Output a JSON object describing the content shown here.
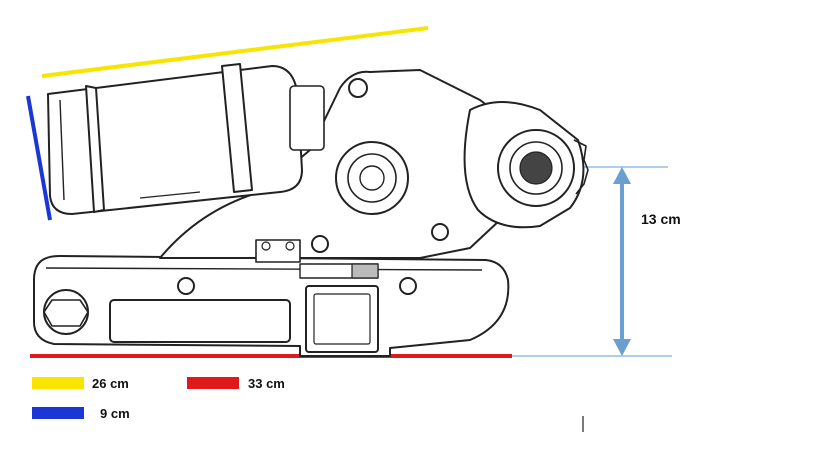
{
  "dimensions": {
    "height": "13 cm"
  },
  "legend": [
    {
      "label": "26 cm",
      "color": "#f7e400"
    },
    {
      "label": "33 cm",
      "color": "#e01a1a"
    },
    {
      "label": "9 cm",
      "color": "#1a37d6"
    }
  ],
  "colors": {
    "outline": "#222222",
    "arrow": "#6a9fd0",
    "guide": "#7fb0de"
  }
}
